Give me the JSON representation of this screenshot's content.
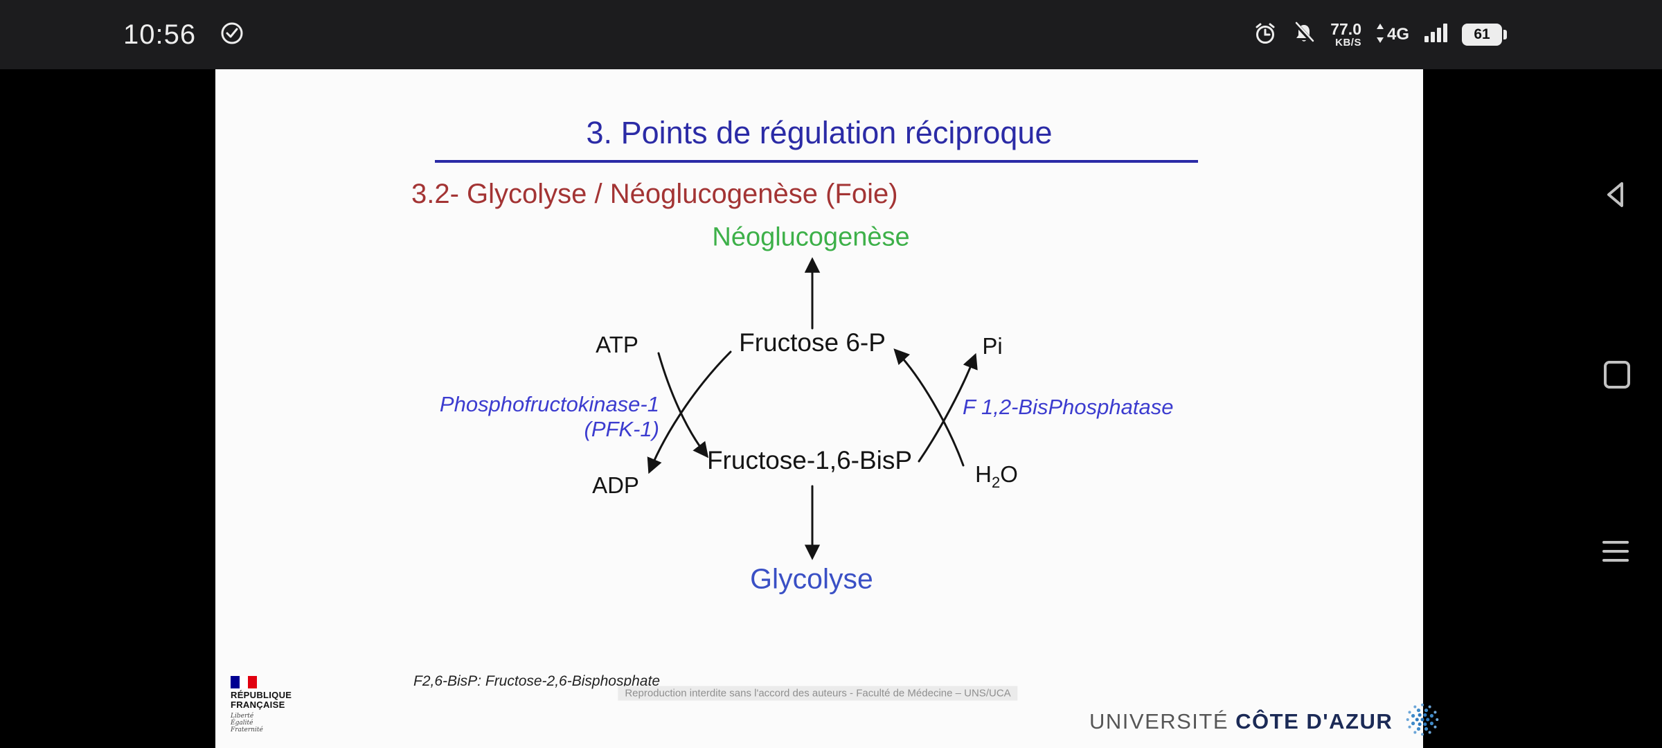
{
  "status_bar": {
    "time": "10:56",
    "net_speed_value": "77.0",
    "net_speed_unit": "KB/S",
    "network_type": "4G",
    "battery_percent": "61"
  },
  "slide": {
    "title": "3. Points de régulation réciproque",
    "subtitle": "3.2- Glycolyse / Néoglucogenèse (Foie)",
    "diagram": {
      "pathway_top": "Néoglucogenèse",
      "metabolite_top": "Fructose 6-P",
      "metabolite_bottom": "Fructose-1,6-BisP",
      "pathway_bottom": "Glycolyse",
      "cofactor_atp": "ATP",
      "cofactor_adp": "ADP",
      "enzyme_left_line1": "Phosphofructokinase-1",
      "enzyme_left_line2": "(PFK-1)",
      "cofactor_pi": "Pi",
      "water_h": "H",
      "water_sub": "2",
      "water_o": "O",
      "enzyme_right": "F 1,2-BisPhosphatase"
    },
    "footnote": "F2,6-BisP: Fructose-2,6-Bisphosphate",
    "watermark": "Reproduction interdite  sans l'accord des auteurs - Faculté de Médecine – UNS/UCA",
    "gov_logo": {
      "line1": "RÉPUBLIQUE",
      "line2": "FRANÇAISE",
      "motto": [
        "Liberté",
        "Égalité",
        "Fraternité"
      ]
    },
    "university_logo": {
      "word1": "UNIVERSITÉ",
      "word2": "CÔTE D'AZUR"
    }
  },
  "colors": {
    "title_blue": "#2b2ba6",
    "subtitle_red": "#a33434",
    "pathway_green": "#3db049",
    "enzyme_blue": "#3c3ccf",
    "glycolyse_blue": "#3a50c5",
    "uca_navy": "#1b2a56",
    "status_bar_bg": "#1c1c1e"
  }
}
